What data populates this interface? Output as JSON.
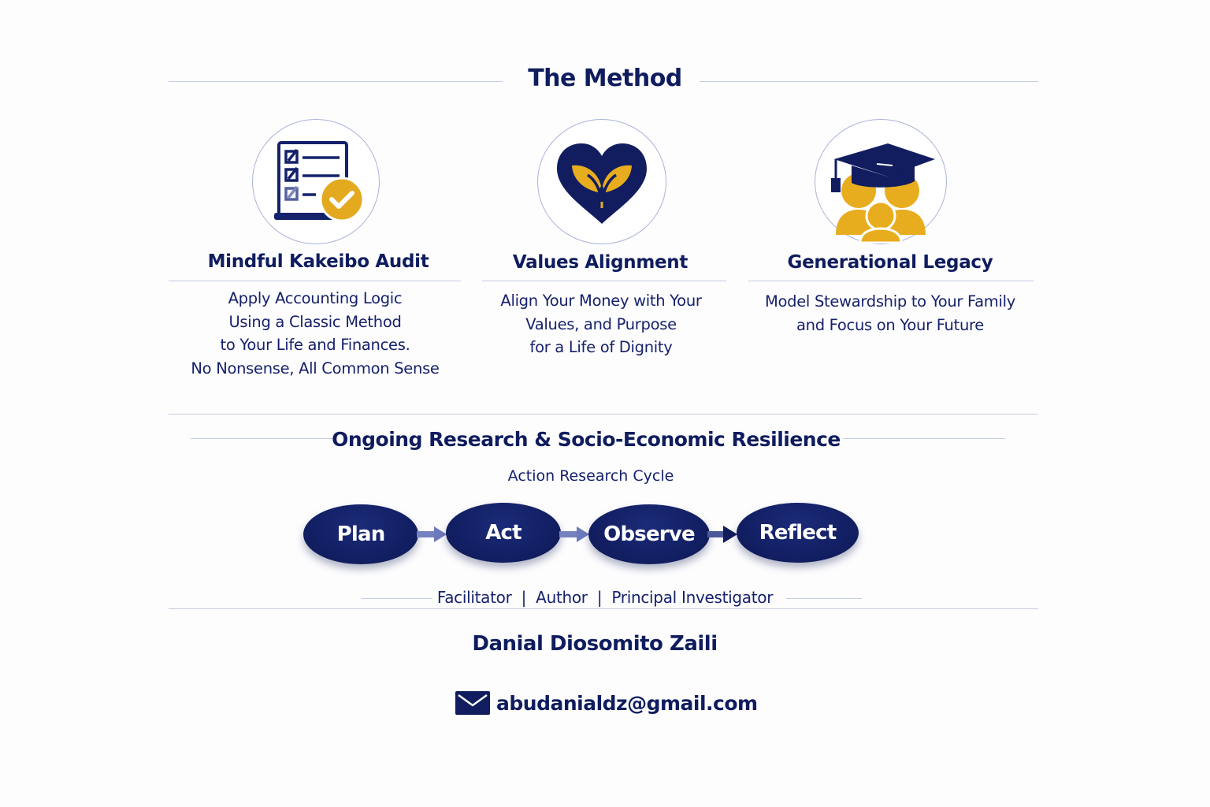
{
  "method": {
    "title": "The Method",
    "columns": [
      {
        "icon": "checklist-audit-icon",
        "title": "Mindful Kakeibo Audit",
        "description": [
          "Apply Accounting Logic",
          "Using a Classic Method",
          "to Your Life and Finances.",
          "No Nonsense, All Common Sense"
        ]
      },
      {
        "icon": "heart-sprout-icon",
        "title": "Values Alignment",
        "description": [
          "Align Your Money with Your",
          "Values, and Purpose",
          "for a Life of Dignity"
        ]
      },
      {
        "icon": "graduation-family-icon",
        "title": "Generational Legacy",
        "description": [
          "Model Stewardship to Your Family",
          "and Focus on Your Future"
        ]
      }
    ]
  },
  "research": {
    "title": "Ongoing Research & Socio-Economic Resilience",
    "cycle_label": "Action Research Cycle",
    "cycle_steps": [
      "Plan",
      "Act",
      "Observe",
      "Reflect"
    ]
  },
  "author": {
    "roles": "Facilitator  |  Author  |  Principal Investigator",
    "name": "Danial Diosomito Zaili",
    "email": "abudanialdz@gmail.com",
    "email_icon": "envelope-icon"
  },
  "colors": {
    "navy": "#0f1c5e",
    "gold": "#e8ad1e",
    "rule": "#c5cbe3",
    "arrow": "#7482c0"
  }
}
